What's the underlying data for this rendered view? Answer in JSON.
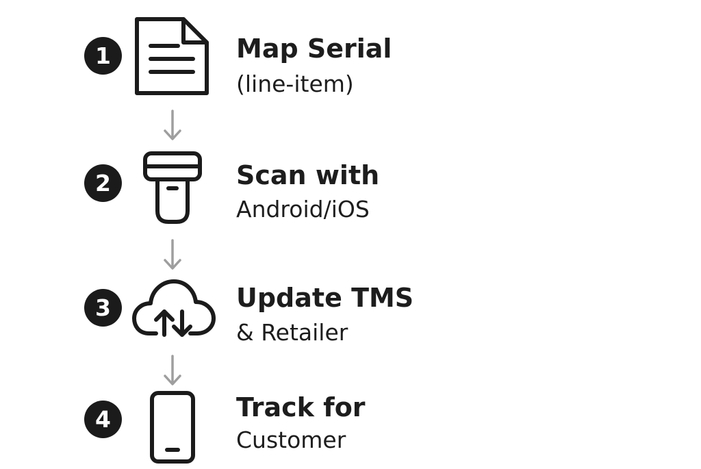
{
  "steps": [
    {
      "number": "1",
      "title": "Map Serial",
      "subtitle": "(line-item)",
      "icon": "document-icon"
    },
    {
      "number": "2",
      "title": "Scan with",
      "subtitle": "Android/iOS",
      "icon": "scanner-icon"
    },
    {
      "number": "3",
      "title": "Update TMS",
      "subtitle": "& Retailer",
      "icon": "cloud-sync-icon"
    },
    {
      "number": "4",
      "title": "Track for",
      "subtitle": "Customer",
      "icon": "smartphone-icon"
    }
  ],
  "colors": {
    "badge": "#1b1b1b",
    "text": "#1d1d1d",
    "arrow": "#9e9e9e",
    "icon_stroke": "#1b1b1b"
  }
}
